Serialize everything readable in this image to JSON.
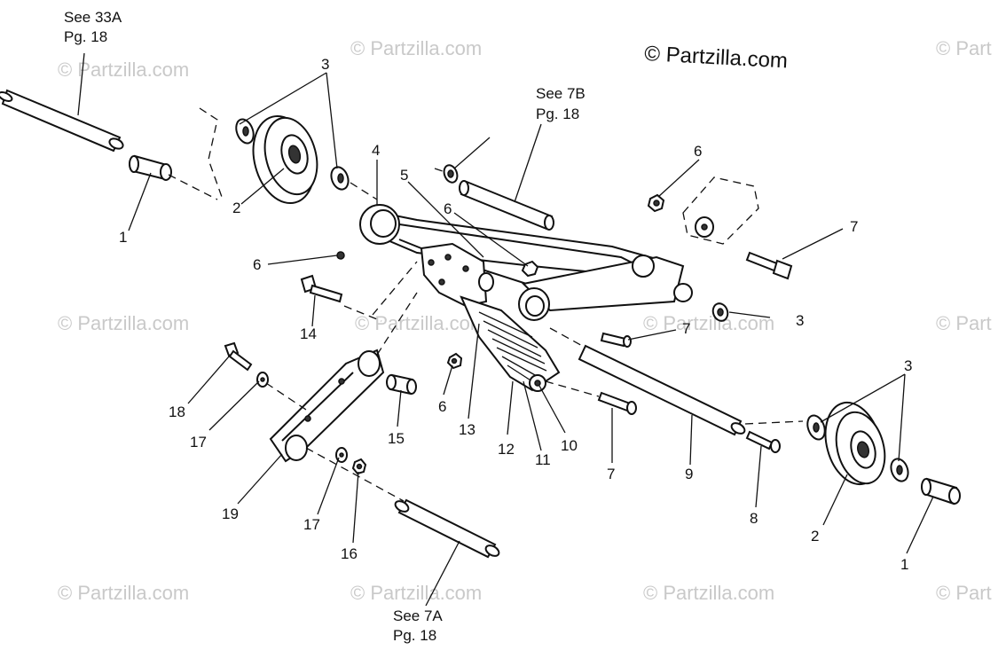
{
  "copyright": "© Partzilla.com",
  "watermark": "© Partzilla.com",
  "watermark_edge": "© Part",
  "references": [
    {
      "line1": "See 33A",
      "line2": "Pg. 18"
    },
    {
      "line1": "See 7B",
      "line2": "Pg. 18"
    },
    {
      "line1": "See 7A",
      "line2": "Pg. 18"
    }
  ],
  "callouts": [
    "1",
    "2",
    "3",
    "4",
    "5",
    "6",
    "6",
    "6",
    "7",
    "3",
    "14",
    "7",
    "6",
    "13",
    "12",
    "11",
    "10",
    "7",
    "9",
    "8",
    "3",
    "2",
    "1",
    "18",
    "17",
    "15",
    "19",
    "17",
    "16"
  ]
}
